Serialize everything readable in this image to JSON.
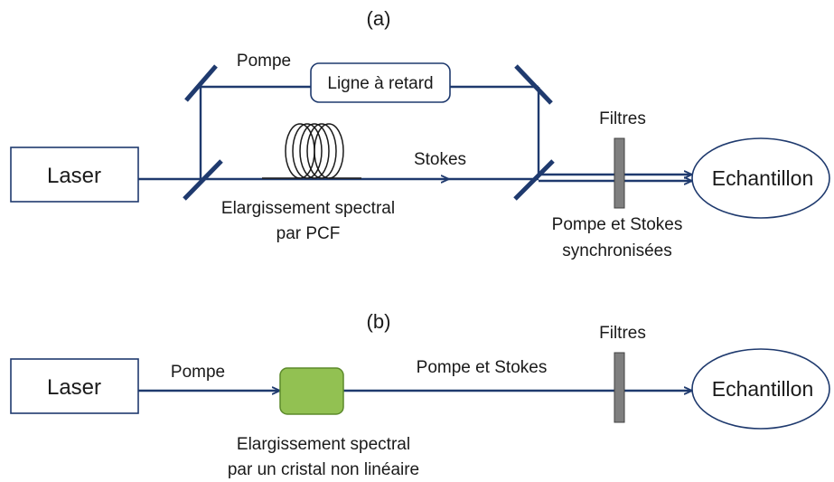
{
  "diagram_a": {
    "label": "(a)",
    "laser": "Laser",
    "pump_label": "Pompe",
    "delay_line": "Ligne à retard",
    "stokes_label": "Stokes",
    "broadening_line1": "Elargissement spectral",
    "broadening_line2": "par PCF",
    "filters_label": "Filtres",
    "sync_line1": "Pompe et Stokes",
    "sync_line2": "synchronisées",
    "sample": "Echantillon"
  },
  "diagram_b": {
    "label": "(b)",
    "laser": "Laser",
    "pump_label": "Pompe",
    "pump_stokes_label": "Pompe et Stokes",
    "filters_label": "Filtres",
    "broadening_line1": "Elargissement spectral",
    "broadening_line2": "par un cristal non linéaire",
    "sample": "Echantillon"
  },
  "colors": {
    "beam": "#1f3a6e",
    "crystal": "#92c152",
    "filter": "#7f7f7f"
  }
}
